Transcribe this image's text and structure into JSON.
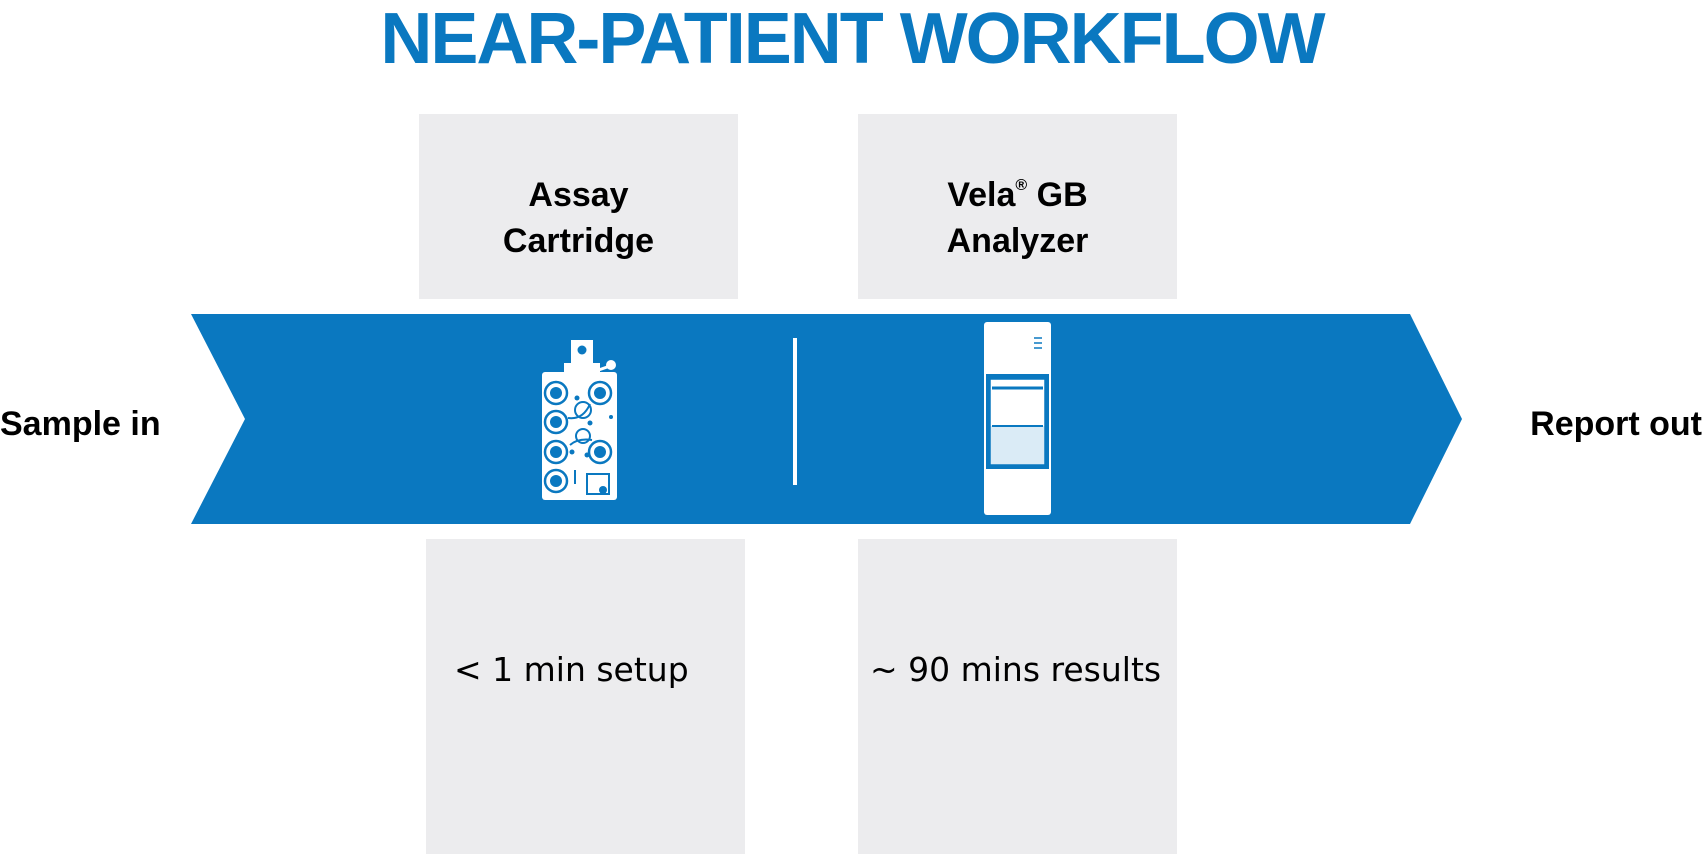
{
  "title": "NEAR-PATIENT WORKFLOW",
  "start_label": "Sample in",
  "end_label": "Report out",
  "steps": [
    {
      "name_line1": "Assay",
      "name_line2": "Cartridge",
      "detail": "< 1 min setup",
      "icon": "assay-cartridge-icon"
    },
    {
      "name_line1_main": "Vela",
      "name_line1_mark": "®",
      "name_line1_tail": " GB",
      "name_line2": "Analyzer",
      "detail": "~ 90 mins results",
      "icon": "analyzer-instrument-icon"
    }
  ],
  "colors": {
    "brand_blue": "#0a78c0",
    "box_gray": "#ececee",
    "text": "#000000",
    "white": "#ffffff"
  }
}
